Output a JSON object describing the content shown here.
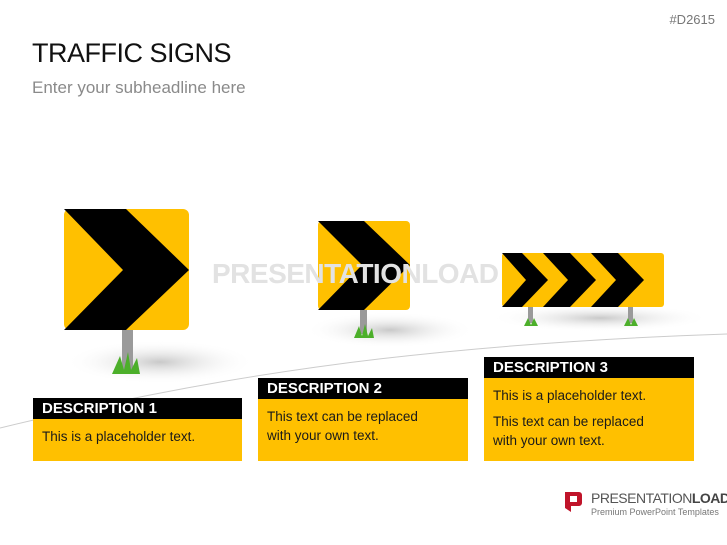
{
  "header": {
    "code": "#D2615",
    "title": "TRAFFIC SIGNS",
    "subtitle": "Enter your subheadline here"
  },
  "watermark": "PRESENTATIONLOAD",
  "colors": {
    "sign_yellow": "#FFC000",
    "sign_black": "#000000",
    "post": "#9a9a9a",
    "grass": "#4caf2a"
  },
  "descriptions": [
    {
      "title": "DESCRIPTION 1",
      "lines": [
        "This is a placeholder text."
      ]
    },
    {
      "title": "DESCRIPTION 2",
      "lines": [
        "This text can be replaced with your own text."
      ]
    },
    {
      "title": "DESCRIPTION 3",
      "lines": [
        "This is a placeholder text.",
        "This text can be replaced with your own text."
      ]
    }
  ],
  "logo": {
    "name_light": "PRESENTATION",
    "name_bold": "LOAD",
    "tagline": "Premium PowerPoint Templates"
  }
}
